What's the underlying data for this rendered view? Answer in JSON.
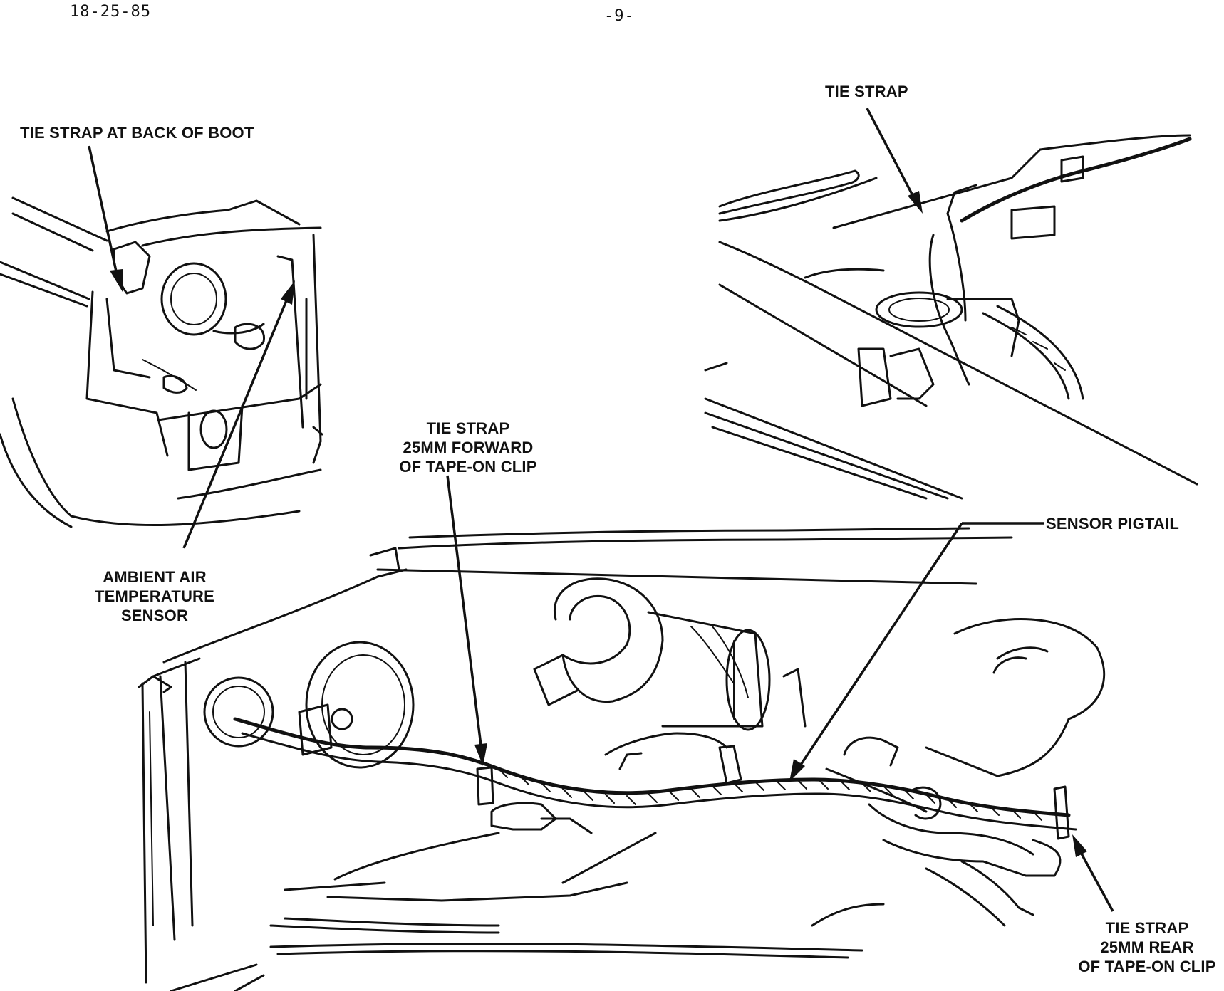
{
  "header": {
    "doc_id": "18-25-85",
    "page_number": "-9-"
  },
  "callouts": {
    "tie_strap_back_of_boot": "TIE STRAP AT BACK OF BOOT",
    "tie_strap_top": "TIE STRAP",
    "ambient_sensor": [
      "AMBIENT AIR",
      "TEMPERATURE",
      "SENSOR"
    ],
    "tie_strap_forward": [
      "TIE STRAP",
      "25MM FORWARD",
      "OF TAPE-ON CLIP"
    ],
    "sensor_pigtail": "SENSOR PIGTAIL",
    "tie_strap_rear": [
      "TIE STRAP",
      "25MM REAR",
      "OF TAPE-ON CLIP"
    ]
  }
}
